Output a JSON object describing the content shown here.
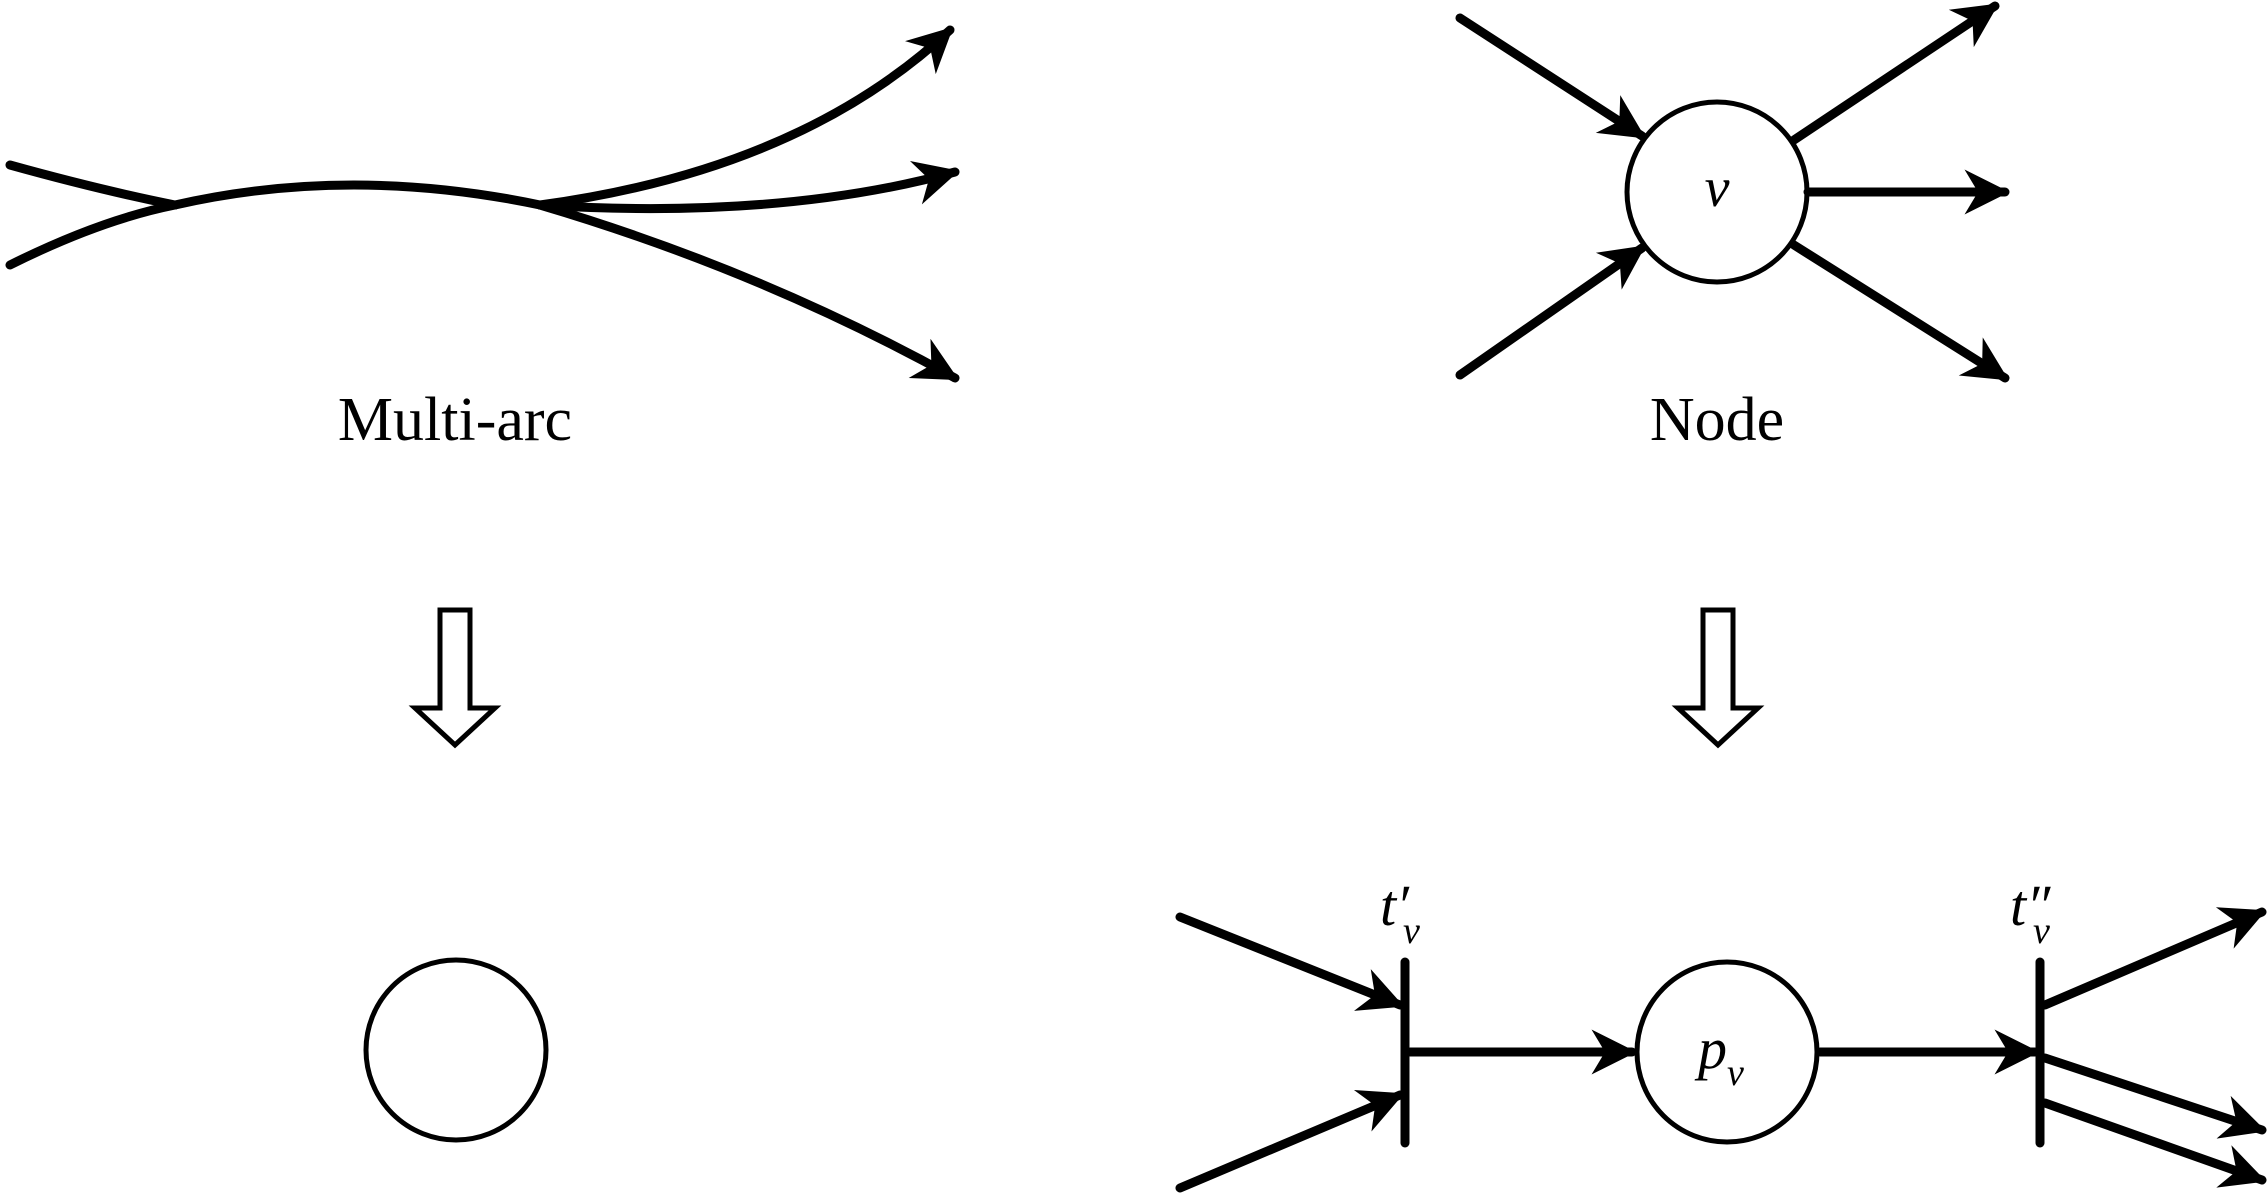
{
  "labels": {
    "multi_arc": "Multi-arc",
    "node": "Node"
  },
  "symbols": {
    "node_name": "ν",
    "place_name": "p",
    "place_sub": "ν",
    "t_in": "t",
    "t_in_sub": "ν",
    "t_in_mark": "′",
    "t_out": "t",
    "t_out_sub": "ν",
    "t_out_mark": "″"
  }
}
